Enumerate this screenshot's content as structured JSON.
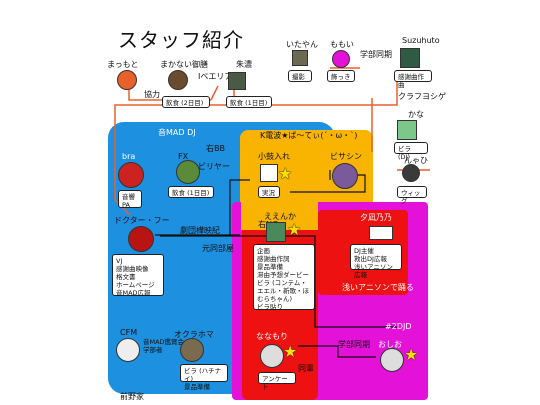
{
  "title": "スタッフ紹介",
  "colors": {
    "blue_zone": "#1e90e0",
    "orange_zone": "#f8b400",
    "red_zone": "#ee1111",
    "magenta_zone": "#e412d8",
    "orange_line": "#e8602a",
    "star": "#f6e000"
  },
  "zones": {
    "blue": "音MAD DJ",
    "orange": "K電波★ば〜てぃ(´・ω・`)",
    "magenta": "#2DJD"
  },
  "people": {
    "matsumoto": {
      "name": "まっもと"
    },
    "makanai": {
      "name": "まかない御膳"
    },
    "suzaku": {
      "name": "朱濃",
      "box": "飲食 (1日目)"
    },
    "itayan": {
      "name": "いたやん",
      "box": "撮影"
    },
    "momoi": {
      "name": "ももい",
      "box": "飾っき"
    },
    "suzuhuto": {
      "name": "Suzuhuto",
      "box": "感謝曲作曲"
    },
    "kurafu": {
      "name": "クラフヨシゲ"
    },
    "kana": {
      "name": "かな",
      "box": "ビラ (DJ)"
    },
    "nyahi": {
      "name": "んゃひ",
      "box": "ウィッグ"
    },
    "bra": {
      "name": "bra",
      "box": "音響\nPA"
    },
    "fx": {
      "name": "FX",
      "box": "飲食 (1日目)"
    },
    "piriya": {
      "name": "ビリヤー"
    },
    "kobana": {
      "name": "小鼓入れ",
      "box": "実況"
    },
    "bisasin": {
      "name": "ビサシン"
    },
    "doctor": {
      "name": "ドクター・フー",
      "box": "VJ\n感謝曲映像\n格文書\nホームページ\n音MAD広報"
    },
    "eenka": {
      "name": "ええんか",
      "box": "企画\n感謝曲作詞\n景品準備\n滞由予想ダービー\nビラ (コンテム・\nエエル・新歌・ほ\nむらちゃん)\nビラ貼り"
    },
    "yuuhi": {
      "name": "夕凪乃乃",
      "box": "DJ主催\n救出DJ広報\n浅いアニソン広報"
    },
    "cfm": {
      "name": "CFM"
    },
    "okura": {
      "name": "オクラホマ",
      "box": "ビラ (ハチナイ)\n景品準備"
    },
    "nanamori": {
      "name": "ななもり",
      "box": "アンケート"
    },
    "oshio": {
      "name": "おしお"
    },
    "kozuya": {
      "name": "前野家"
    }
  },
  "relations": {
    "kyoryoku": "協力",
    "ihataria": "Iベエリア",
    "kyoryoku_box": "飲食 (2日目)",
    "gakubu_douki_top": "学部同期",
    "migi_bb": "右BB",
    "migi_ng": "右NG",
    "geki_dan": "劇団樺映紀",
    "moto_doubu": "元同部屋",
    "asai_anison": "浅いアニソンで踊る",
    "onmad_jouei": "音MAD鑑賞会\n学部者",
    "gakubu_douki_bottom": "学部同期",
    "doumei": "同輩"
  }
}
